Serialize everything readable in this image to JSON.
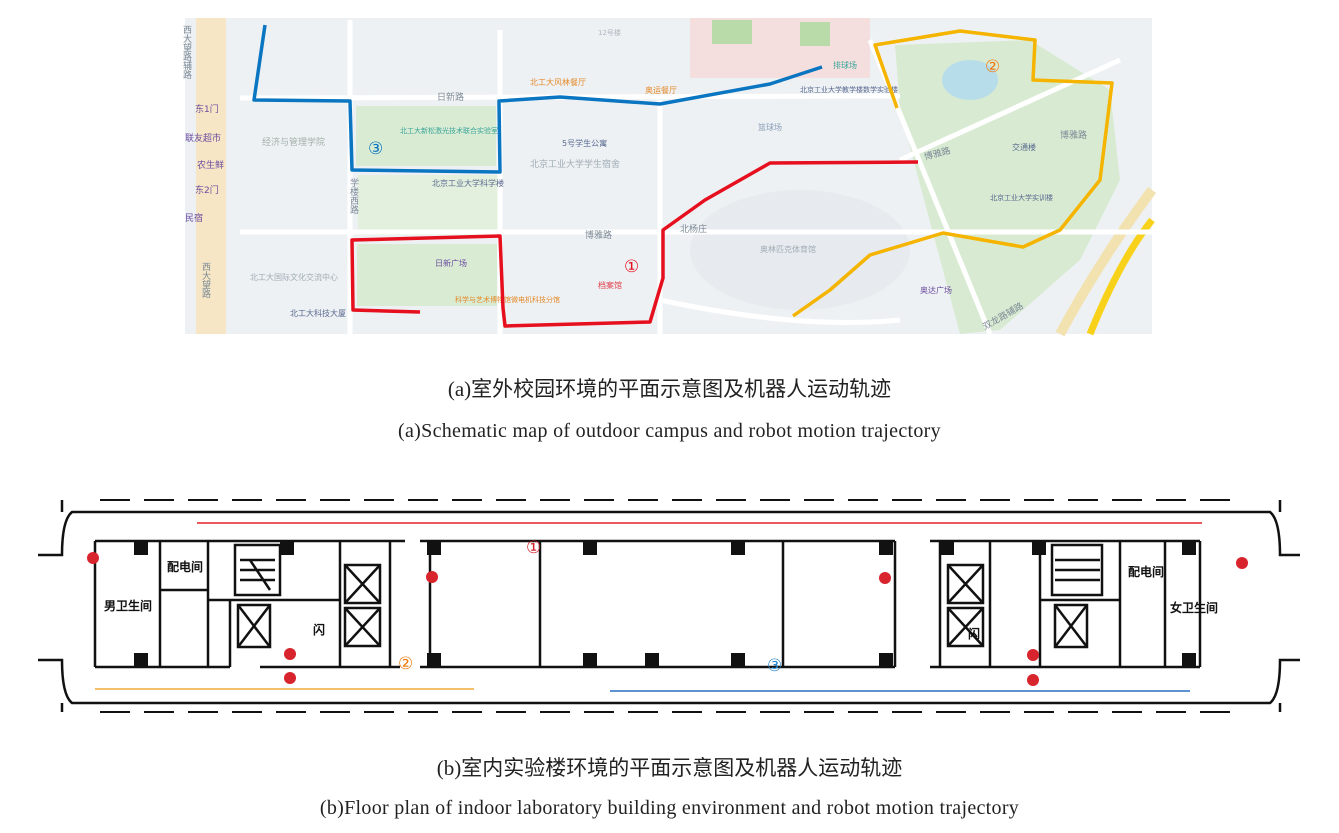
{
  "figure_a": {
    "caption_cn": "(a)室外校园环境的平面示意图及机器人运动轨迹",
    "caption_en": "(a)Schematic map of outdoor campus and robot motion trajectory",
    "markers": {
      "one": "①",
      "two": "②",
      "three": "③"
    },
    "roads": {
      "rixin": "日新路",
      "boya": "博雅路",
      "boya2": "博雅路",
      "boya3": "博雅路",
      "xidawang": "西大望路",
      "xidawang_aux": "西大望路辅路",
      "shuanglong": "双龙路辅路",
      "beiyangzhuang": "北杨庄",
      "kexuelouxi": "学楼西路"
    },
    "places": {
      "dong1men": "东1门",
      "dong2men": "东2门",
      "lianyou": "联友超市",
      "nongsheng": "农生鲜",
      "mingu": "民宿",
      "jingguan": "经济与管理学院",
      "laser": "北工大新松激光技术联合实验室",
      "kexuelou": "北京工业大学科学楼",
      "fenglin": "北工大风林餐厅",
      "aoyun": "奥运餐厅",
      "dorm5": "5号学生公寓",
      "dorm": "北京工业大学学生宿舍",
      "building12": "12号楼",
      "guoji": "北工大国际文化交流中心",
      "rixinsquare": "日新广场",
      "keji": "北工大科技大厦",
      "museum": "科学与艺术博物馆微电机科技分馆",
      "archive": "档案馆",
      "tennis": "排球场",
      "jiaoxue": "北京工业大学教学楼数学实验楼",
      "basketball": "篮球场",
      "jiaotong": "交通楼",
      "shixun": "北京工业大学实训楼",
      "olympic": "奥林匹克体育馆",
      "aoda": "奥达广场"
    },
    "trajectory_colors": {
      "one": "#e60f1e",
      "two": "#f5b400",
      "three": "#0a76c2"
    }
  },
  "figure_b": {
    "caption_cn": "(b)室内实验楼环境的平面示意图及机器人运动轨迹",
    "caption_en": "(b)Floor plan of indoor laboratory building environment and robot motion trajectory",
    "rooms": {
      "mens": "男卫生间",
      "power_left": "配电间",
      "power_right": "配电间",
      "womens": "女卫生间",
      "exit_left": "闪",
      "exit_right": "闪"
    },
    "markers": {
      "one": "①",
      "two": "②",
      "three": "③"
    },
    "trajectory_colors": {
      "one": "#e3222c",
      "two": "#f0a93a",
      "three": "#2a6fc0"
    }
  }
}
